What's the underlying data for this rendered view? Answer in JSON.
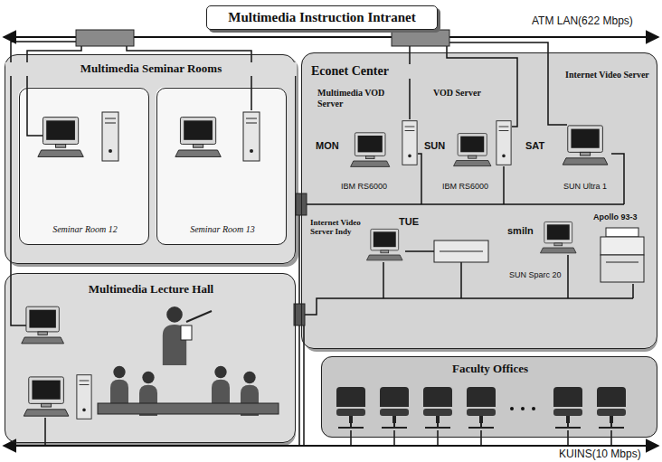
{
  "diagram": {
    "title": "Multimedia Instruction Intranet",
    "nodes": [
      {
        "text": [
          "Multimedia Seminar Rooms"
        ]
      },
      {
        "text": [
          "Seminar Room 12"
        ],
        "in": 0
      },
      {
        "text": [
          "Seminar Room 13"
        ],
        "in": 0
      },
      {
        "text": [
          "Econet Center"
        ]
      },
      {
        "text": [
          "Multimedia VOD Server",
          "MON",
          "IBM RS6000"
        ],
        "in": 3
      },
      {
        "text": [
          "VOD Server",
          "SUN",
          "IBM RS6000"
        ],
        "in": 3
      },
      {
        "text": [
          "Internet Video Server",
          "SAT",
          "SUN Ultra 1"
        ],
        "in": 3
      },
      {
        "text": [
          "Internet Video Server Indy",
          "TUE"
        ],
        "in": 3
      },
      {
        "text": [
          "smiln",
          "SUN Sparc 20"
        ],
        "in": 3
      },
      {
        "text": [
          "Apollo 93-3"
        ],
        "in": 3
      },
      {
        "text": [
          "Multimedia Lecture Hall"
        ]
      },
      {
        "text": [
          "Faculty Offices"
        ]
      }
    ],
    "labels": [
      "ATM LAN(622 Mbps)",
      "KUINS(10 Mbps)"
    ]
  }
}
